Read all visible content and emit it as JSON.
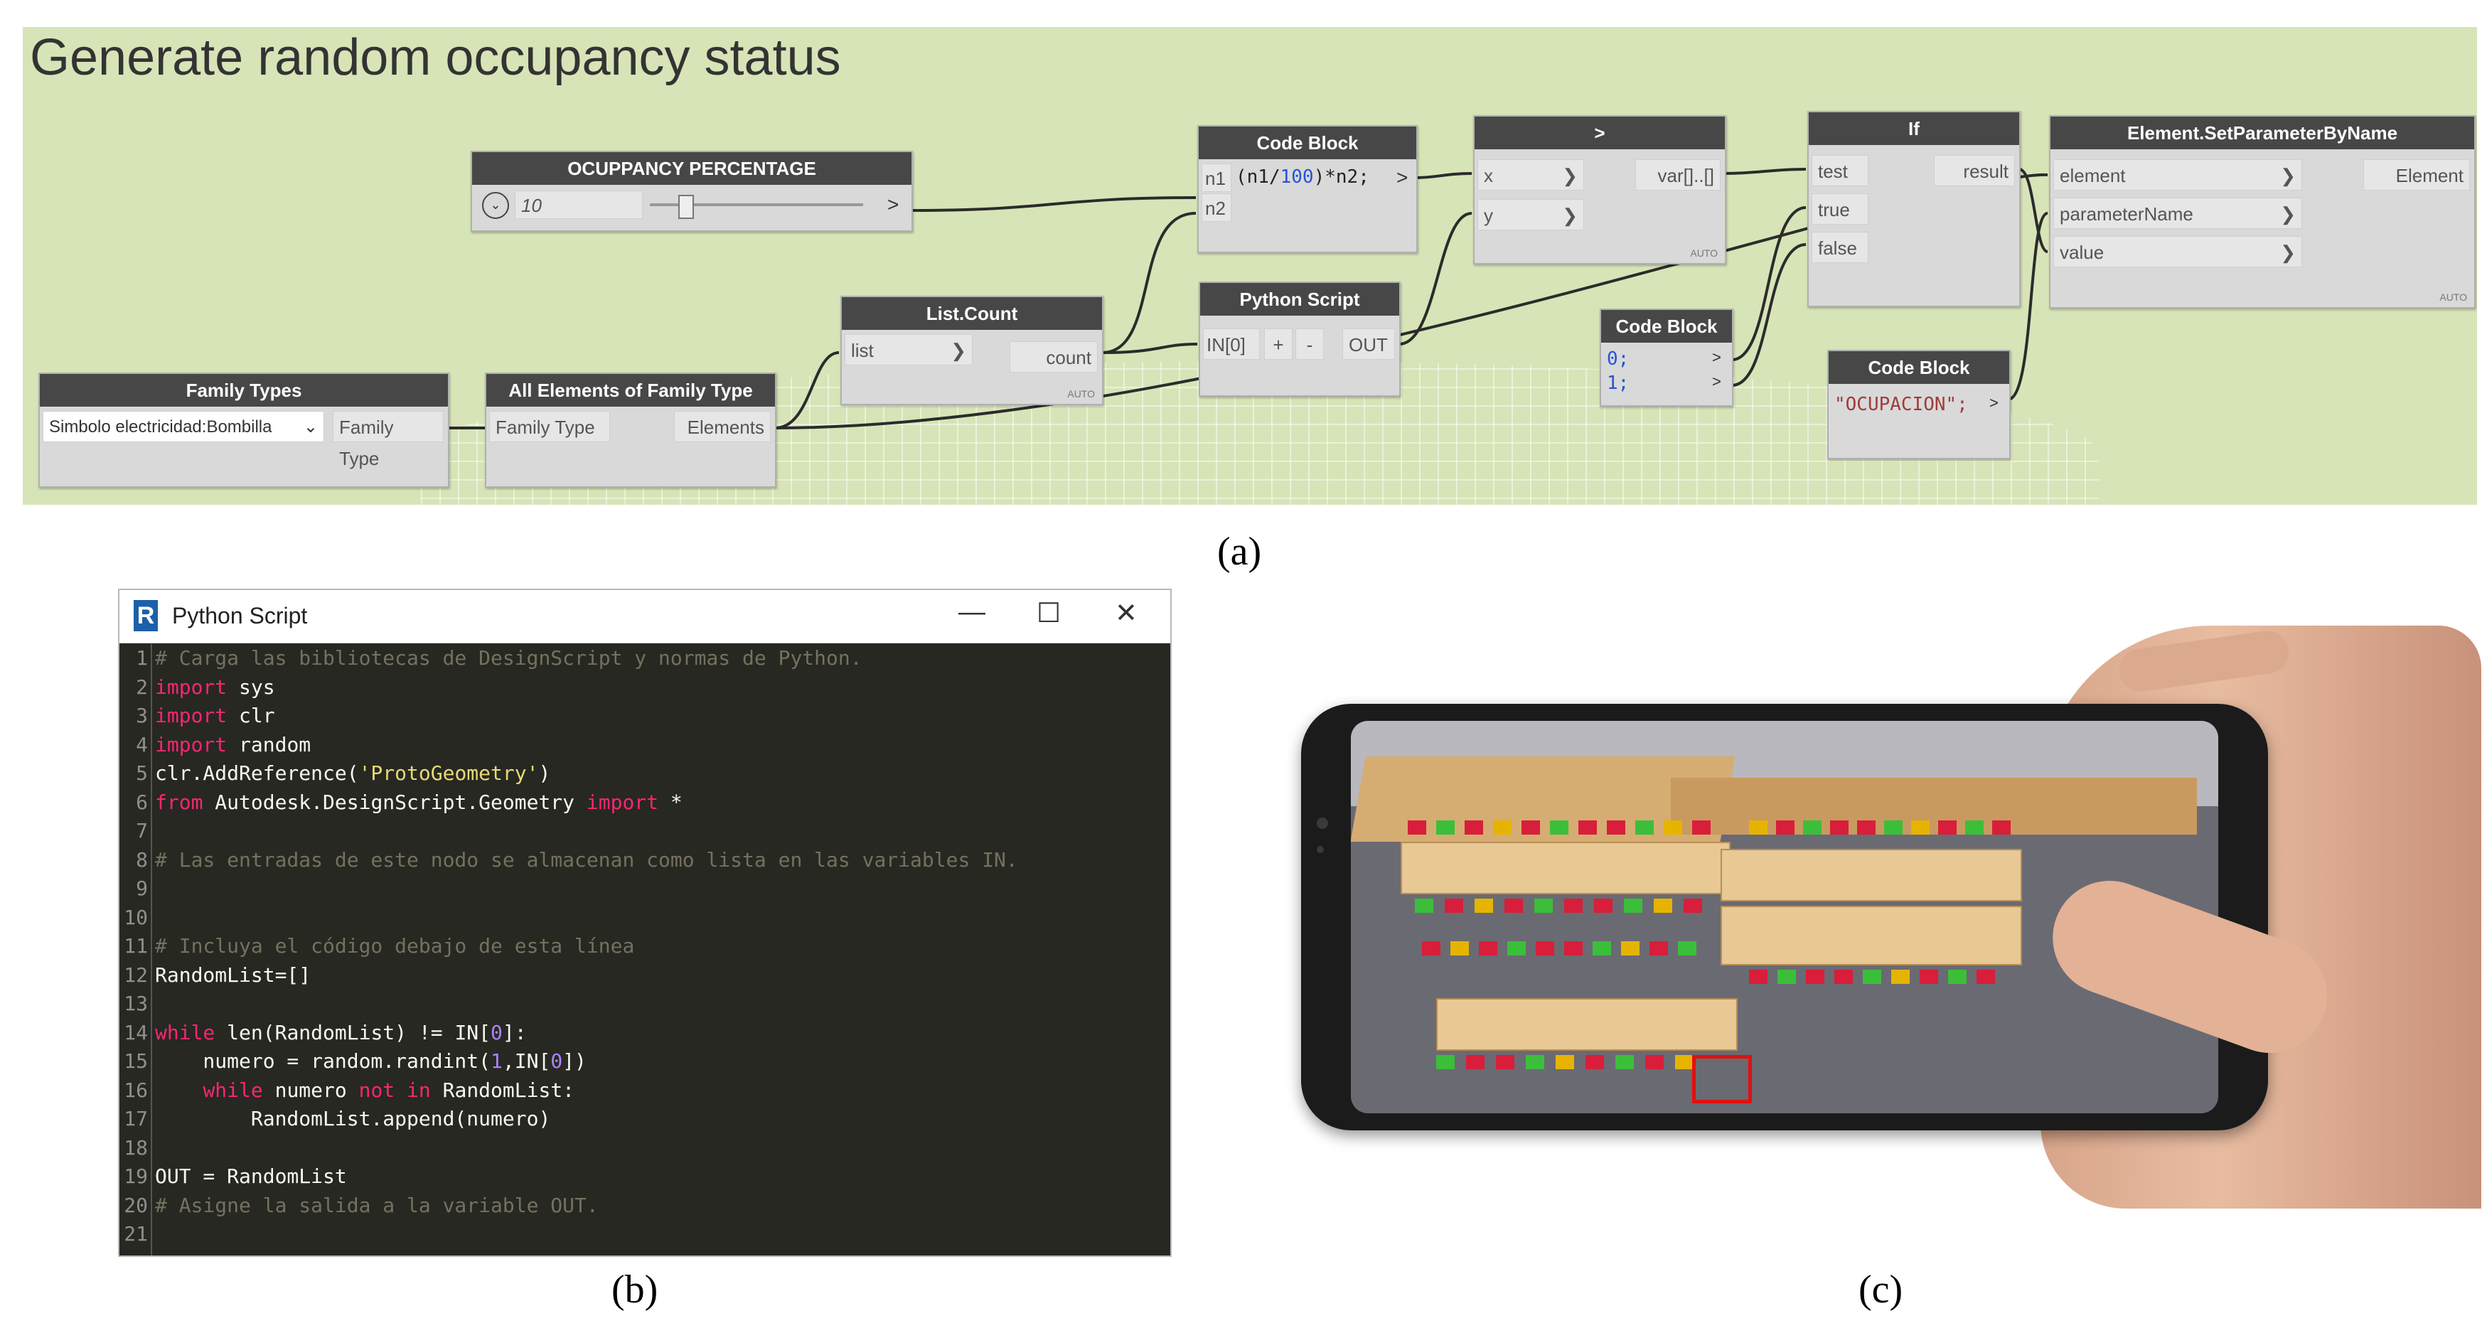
{
  "panel_a": {
    "title": "Generate random occupancy status",
    "nodes": {
      "occupancy": {
        "header": "OCUPPANCY PERCENTAGE",
        "value": "10",
        "out": ">"
      },
      "family_types": {
        "header": "Family Types",
        "selected": "Simbolo electricidad:Bombilla",
        "out": "Family Type"
      },
      "all_elements": {
        "header": "All Elements of Family Type",
        "in": "Family Type",
        "out": "Elements"
      },
      "list_count": {
        "header": "List.Count",
        "in": "list",
        "out": "count",
        "auto": "AUTO"
      },
      "code_block_1": {
        "header": "Code Block",
        "in1": "n1",
        "in2": "n2",
        "code_a": "(n1/",
        "code_num": "100",
        "code_b": ")*n2;",
        "out": ">"
      },
      "python_script": {
        "header": "Python Script",
        "in": "IN[0]",
        "plus": "+",
        "minus": "-",
        "out": "OUT"
      },
      "greater": {
        "header": ">",
        "in1": "x",
        "in2": "y",
        "out": "var[]..[]",
        "auto": "AUTO"
      },
      "code_block_2": {
        "header": "Code Block",
        "line1": "0;",
        "line2": "1;"
      },
      "if_node": {
        "header": "If",
        "in1": "test",
        "in2": "true",
        "in3": "false",
        "out": "result"
      },
      "code_block_3": {
        "header": "Code Block",
        "code": "\"OCUPACION\";"
      },
      "set_param": {
        "header": "Element.SetParameterByName",
        "in1": "element",
        "in2": "parameterName",
        "in3": "value",
        "out": "Element",
        "auto": "AUTO"
      }
    },
    "caption": "(a)"
  },
  "panel_b": {
    "window_title": "Python Script",
    "controls": {
      "minimize": "—",
      "maximize": "☐",
      "close": "✕"
    },
    "caption": "(b)",
    "lines": [
      "# Carga las bibliotecas de DesignScript y normas de Python.",
      "import sys",
      "import clr",
      "import random",
      "clr.AddReference('ProtoGeometry')",
      "from Autodesk.DesignScript.Geometry import *",
      "",
      "# Las entradas de este nodo se almacenan como lista en las variables IN.",
      "",
      "",
      "# Incluya el código debajo de esta línea",
      "RandomList=[]",
      "",
      "while len(RandomList) != IN[0]:",
      "    numero = random.randint(1,IN[0])",
      "    while numero not in RandomList:",
      "        RandomList.append(numero)",
      "",
      "OUT = RandomList",
      "# Asigne la salida a la variable OUT.",
      ""
    ]
  },
  "panel_c": {
    "caption": "(c)"
  }
}
